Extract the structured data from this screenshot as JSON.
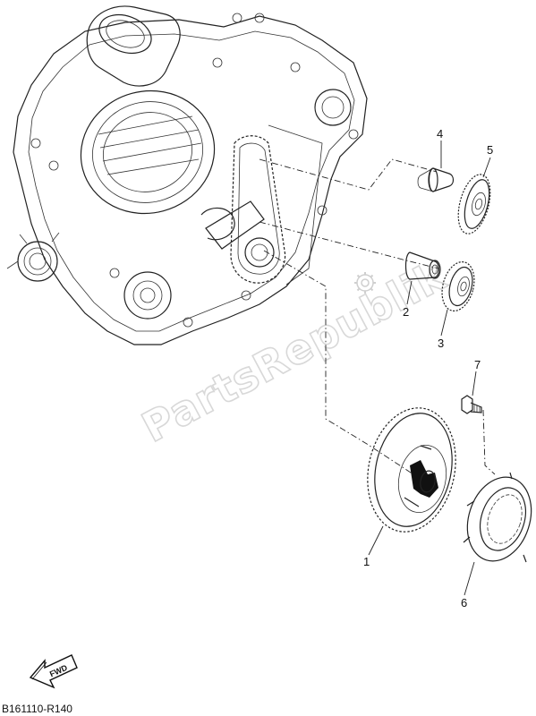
{
  "watermark": {
    "text": "PartsRepublik"
  },
  "parts": [
    {
      "number": "1"
    },
    {
      "number": "2"
    },
    {
      "number": "3"
    },
    {
      "number": "4"
    },
    {
      "number": "5"
    },
    {
      "number": "6"
    },
    {
      "number": "7"
    }
  ],
  "fwd_badge": {
    "text": "FWD"
  },
  "diagram_code": "B161110-R140"
}
